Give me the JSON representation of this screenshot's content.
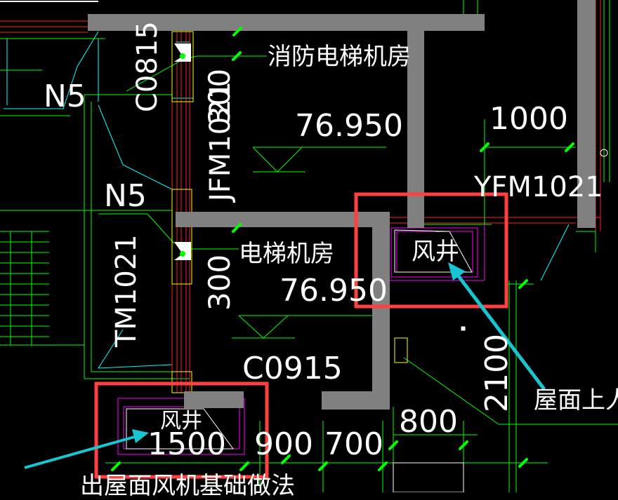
{
  "rooms": {
    "fire_elevator_room": "消防电梯机房",
    "elevator_room": "电梯机房",
    "air_shaft_upper": "风井",
    "air_shaft_lower": "风井"
  },
  "elevations": {
    "fire_elevator_room": "76.950",
    "elevator_room": "76.950"
  },
  "doors": {
    "fire_door": "JFM1021",
    "door_tm": "TM1021",
    "door_yfm": "YFM1021"
  },
  "windows": {
    "window_c0815": "C0815",
    "window_c0915": "C0915"
  },
  "grid_labels": {
    "n5_upper": "N5",
    "n5_lower": "N5"
  },
  "dimensions": {
    "dim_300_upper": "300",
    "dim_300_lower": "300",
    "dim_1000": "1000",
    "dim_2100": "2100",
    "dim_800": "800",
    "dim_1500": "1500",
    "dim_900": "900",
    "dim_700": "700"
  },
  "annotations": {
    "roof_access_note": "屋面上人",
    "fan_foundation_note": "出屋面风机基础做法"
  },
  "colors": {
    "background": "#000000",
    "wall": "#808080",
    "line_green": "#00ff00",
    "line_cyan": "#00ffff",
    "line_red": "#ff2020",
    "line_yellow": "#ffff00",
    "line_magenta": "#ff00ff",
    "highlight_box": "#ff4040",
    "arrow": "#17c6d1",
    "text": "#ffffff"
  }
}
